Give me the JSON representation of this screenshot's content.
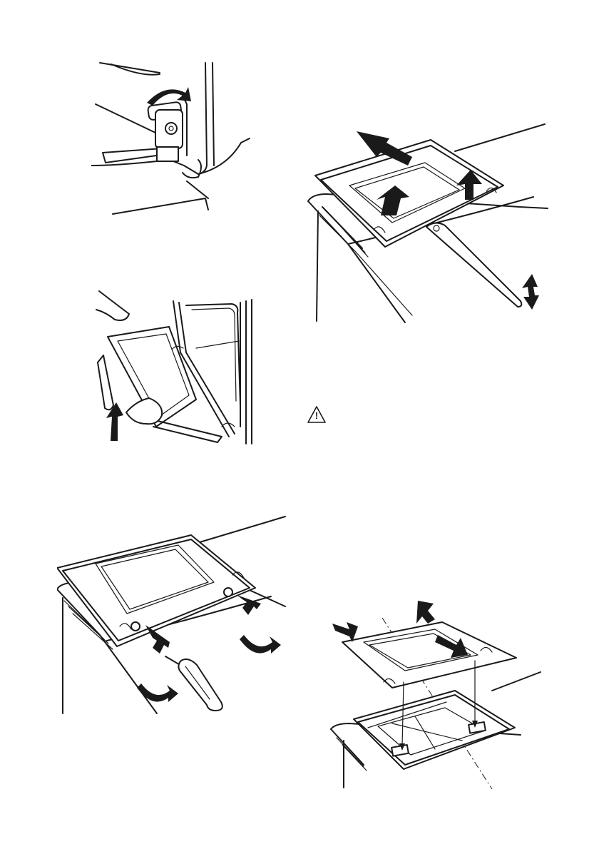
{
  "figures": [
    {
      "id": "hinge-lever",
      "icon": "hinge-lever-illustration"
    },
    {
      "id": "door-removal",
      "icon": "door-lift-illustration"
    },
    {
      "id": "glass-lift",
      "icon": "glass-panel-lift-illustration"
    },
    {
      "id": "screw-removal",
      "icon": "screwdriver-illustration"
    },
    {
      "id": "panel-reinstall",
      "icon": "panel-insert-illustration"
    }
  ],
  "warning": {
    "icon": "warning-triangle-icon",
    "symbol": "!"
  }
}
